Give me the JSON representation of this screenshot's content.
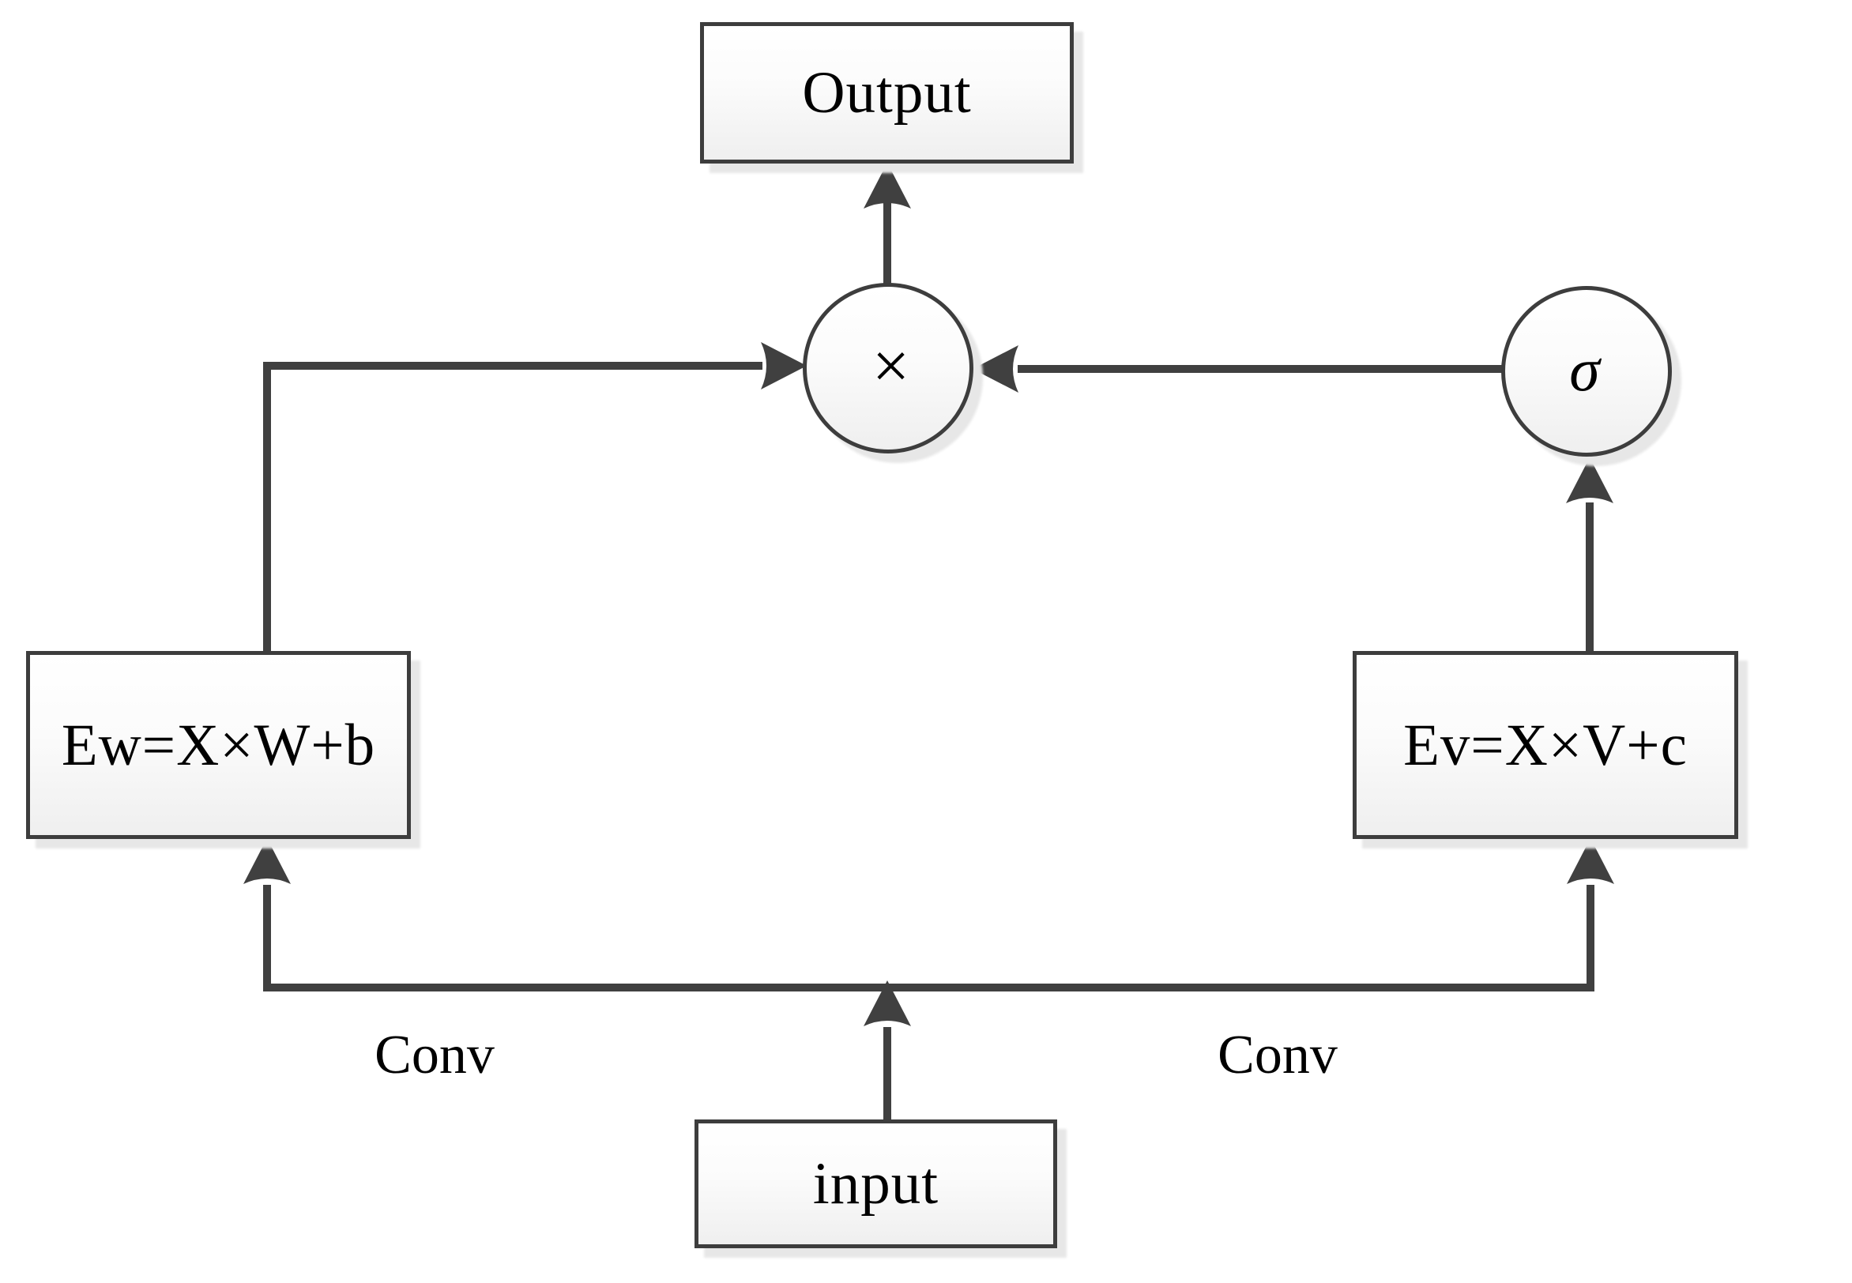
{
  "diagram": {
    "nodes": {
      "output": {
        "label": "Output",
        "shape": "rect"
      },
      "multiply": {
        "label": "×",
        "shape": "circle"
      },
      "sigma": {
        "label": "σ",
        "shape": "circle"
      },
      "ew": {
        "label": "Ew=X×W+b",
        "shape": "rect"
      },
      "ev": {
        "label": "Ev=X×V+c",
        "shape": "rect"
      },
      "input": {
        "label": "input",
        "shape": "rect"
      }
    },
    "edges": [
      {
        "from": "input",
        "to": "ew",
        "label": "Conv"
      },
      {
        "from": "input",
        "to": "ev",
        "label": "Conv"
      },
      {
        "from": "ew",
        "to": "multiply",
        "label": ""
      },
      {
        "from": "ev",
        "to": "sigma",
        "label": ""
      },
      {
        "from": "sigma",
        "to": "multiply",
        "label": ""
      },
      {
        "from": "multiply",
        "to": "output",
        "label": ""
      }
    ],
    "colors": {
      "line": "#404040",
      "node_border": "#3d3d3d",
      "node_fill_top": "#ffffff",
      "node_fill_bottom": "#efefef",
      "text": "#000000",
      "shadow": "#e7e7e7",
      "background": "#ffffff"
    }
  }
}
